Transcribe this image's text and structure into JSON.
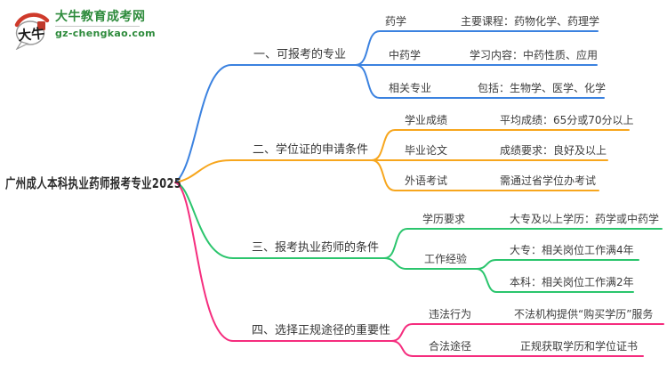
{
  "logo": {
    "icon_text": "大牛",
    "title": "大牛教育成考网",
    "domain": "gz-chengkao.com",
    "brand_color": "#2e8b3c",
    "seal_color": "#c0392b"
  },
  "root": {
    "label": "广州成人本科执业药师报考专业2025"
  },
  "branches": [
    {
      "label": "一、可报考的专业",
      "color": "#3b82e0",
      "children": [
        {
          "label": "药学",
          "leaf": "主要课程：药物化学、药理学"
        },
        {
          "label": "中药学",
          "leaf": "学习内容：中药性质、应用"
        },
        {
          "label": "相关专业",
          "leaf": "包括：生物学、医学、化学"
        }
      ]
    },
    {
      "label": "二、学位证的申请条件",
      "color": "#f7a61d",
      "children": [
        {
          "label": "学业成绩",
          "leaf": "平均成绩：65分或70分以上"
        },
        {
          "label": "毕业论文",
          "leaf": "成绩要求：良好及以上"
        },
        {
          "label": "外语考试",
          "leaf": "需通过省学位办考试"
        }
      ]
    },
    {
      "label": "三、报考执业药师的条件",
      "color": "#2bc56d",
      "children": [
        {
          "label": "学历要求",
          "leaf": "大专及以上学历：药学或中药学"
        },
        {
          "label": "工作经验",
          "leaves": [
            "大专：相关岗位工作满4年",
            "本科：相关岗位工作满2年"
          ]
        }
      ]
    },
    {
      "label": "四、选择正规途径的重要性",
      "color": "#f52d7e",
      "children": [
        {
          "label": "违法行为",
          "leaf": "不法机构提供“购买学历”服务"
        },
        {
          "label": "合法途径",
          "leaf": "正规获取学历和学位证书"
        }
      ]
    }
  ]
}
